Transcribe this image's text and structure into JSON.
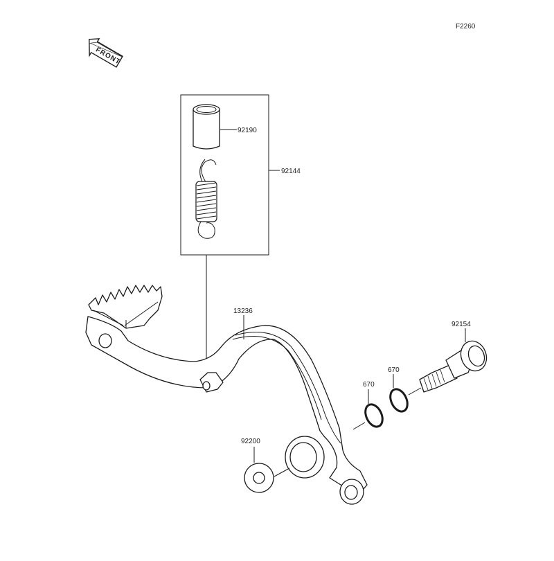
{
  "diagram": {
    "figure_code": "F2260",
    "front_label": "FRONT",
    "parts": {
      "collar": "92190",
      "spring_kit": "92144",
      "brake_pedal": "13236",
      "washer": "92200",
      "o_ring_1": "670",
      "o_ring_2": "670",
      "pivot_bolt": "92154"
    }
  }
}
